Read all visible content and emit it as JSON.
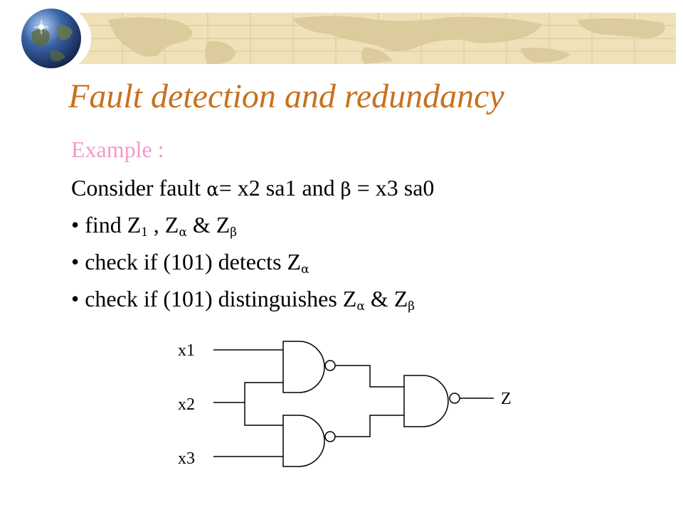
{
  "title": "Fault detection and redundancy",
  "subtitle": "Example :",
  "colors": {
    "title": "#c7711f",
    "subtitle": "#f49ac8",
    "banner": "#efe2b8"
  },
  "decorations": {
    "globe": "globe-icon",
    "banner": "world-map-banner"
  },
  "body": {
    "line1": {
      "a": "Consider fault ",
      "alpha": "α",
      "b": "= x2 sa1 and ",
      "beta": "β",
      "c": " = x3 sa0"
    },
    "line2": {
      "bullet": "•",
      "a": " find Z",
      "sub1": "1",
      "b": " , Z",
      "alpha": "α",
      "c": " & Z",
      "beta": "β"
    },
    "line3": {
      "bullet": "•",
      "a": " check if (101) detects Z",
      "alpha": "α"
    },
    "line4": {
      "bullet": "•",
      "a": " check if (101) distinguishes Z",
      "alpha": "α",
      "b": " & Z",
      "beta": "β"
    }
  },
  "circuit": {
    "inputs": [
      "x1",
      "x2",
      "x3"
    ],
    "output": "Z",
    "gates": [
      "NAND",
      "NAND",
      "NAND"
    ]
  }
}
